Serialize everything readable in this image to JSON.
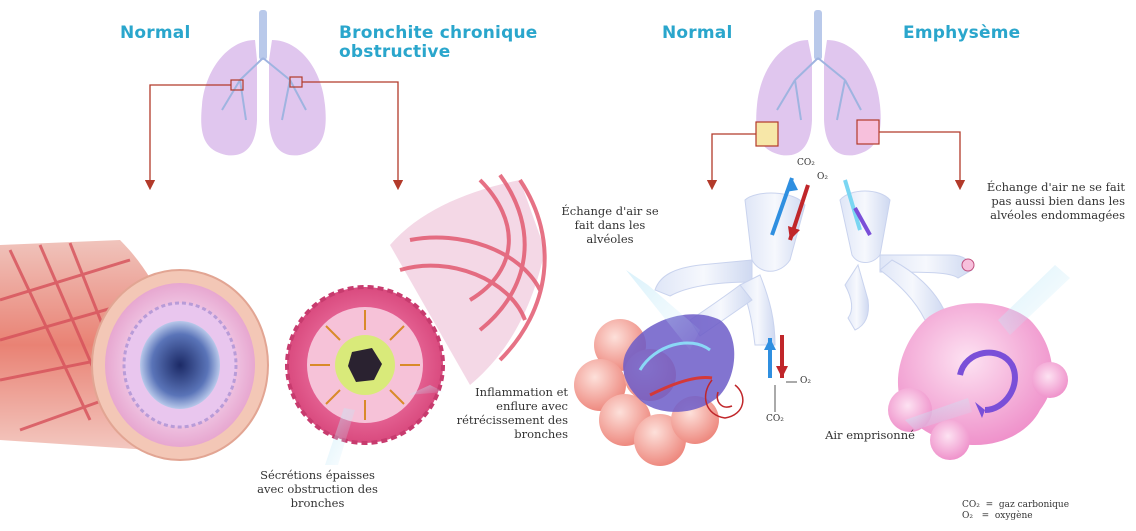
{
  "titles": {
    "normal_left": "Normal",
    "bronchitis": "Bronchite chronique obstructive",
    "normal_right": "Normal",
    "emphysema": "Emphysème"
  },
  "notes": {
    "inflammation": "Inflammation et enflure avec rétrécissement des bronches",
    "secretions": "Sécrétions épaisses avec obstruction des bronches",
    "exchange_ok": "Échange d'air se fait dans les alvéoles",
    "exchange_bad": "Échange d'air ne se fait pas aussi bien dans les alvéoles endommagées",
    "trapped_air": "Air emprisonné"
  },
  "gas_labels": {
    "co2_top": "CO₂",
    "o2_top": "O₂",
    "o2_mid": "O₂",
    "co2_bottom": "CO₂"
  },
  "legend": {
    "co2": "CO₂  =  gaz carbonique",
    "o2": "O₂   =  oxygène"
  },
  "colors": {
    "title": "#2aa6cc",
    "lung": "#d7b8e6",
    "pointer": "#b23a2a",
    "muscle": "#e8606a",
    "alveoli_normal": "#f4a8a0",
    "alveoli_damaged": "#f49ad0",
    "co2_arrow": "#c0262a",
    "o2_arrow": "#2f8fe0"
  }
}
